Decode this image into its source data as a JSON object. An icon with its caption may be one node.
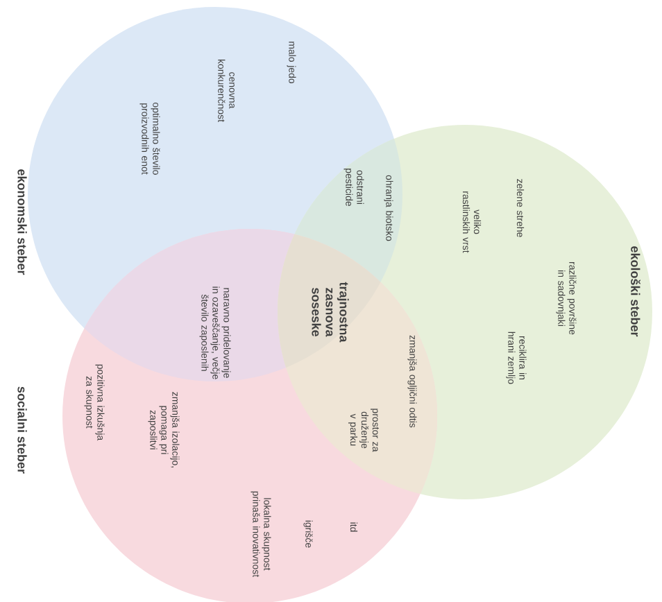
{
  "diagram": {
    "nodes": [
      {
        "text": [
          "ekonomski steber"
        ]
      },
      {
        "text": [
          "ekološki steber"
        ]
      },
      {
        "text": [
          "socialni steber"
        ]
      }
    ],
    "labels": [
      "malo jedo",
      "cenovna konkurenčnost",
      "optimalno število proizvodnih enot",
      "naravno pridelovanje in ozaveščanje, večje število zaposlenih",
      "odstrani pesticide",
      "ohranja biotsko",
      "veliko rastlinskih vrst",
      "zelene strehe",
      "različne površine in sadovnjaki",
      "reciklira in hrani zemljo",
      "trajnostna zasnova soseske",
      "zmanjša ogljični odtis",
      "prostor za druženje v parku",
      "pozitivna izkušnja za skupnost",
      "zmanjša izolacijo, pomaga pri zaposlitvi",
      "lokalna skupnost prinaša inovativnost",
      "igrišče",
      "itd"
    ]
  }
}
